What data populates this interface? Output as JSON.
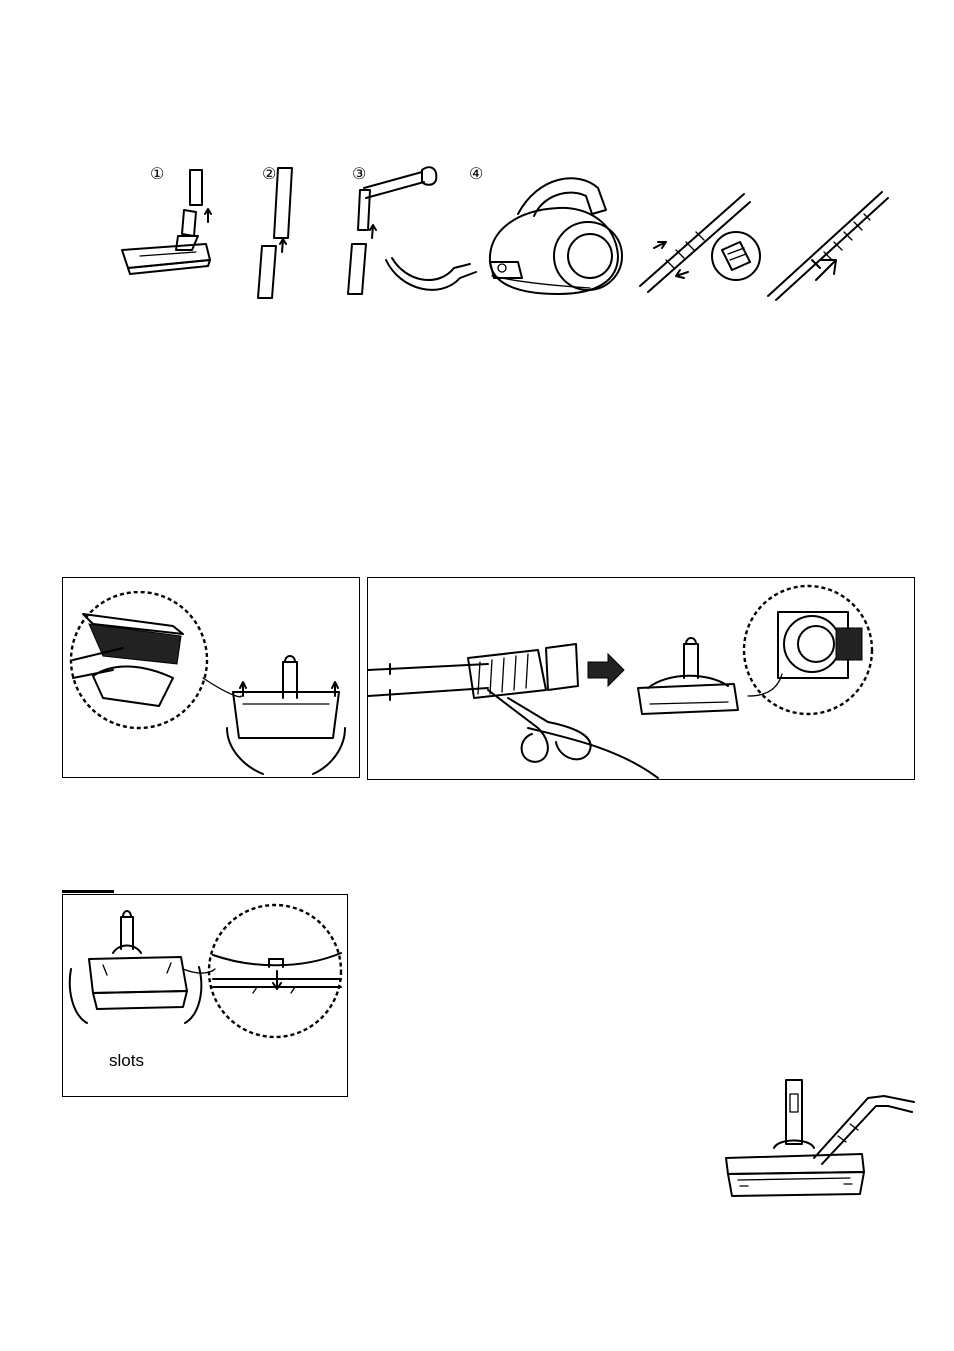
{
  "assembly": {
    "steps": [
      "①",
      "②",
      "③",
      "④"
    ]
  },
  "slots_panel": {
    "label": "slots"
  }
}
